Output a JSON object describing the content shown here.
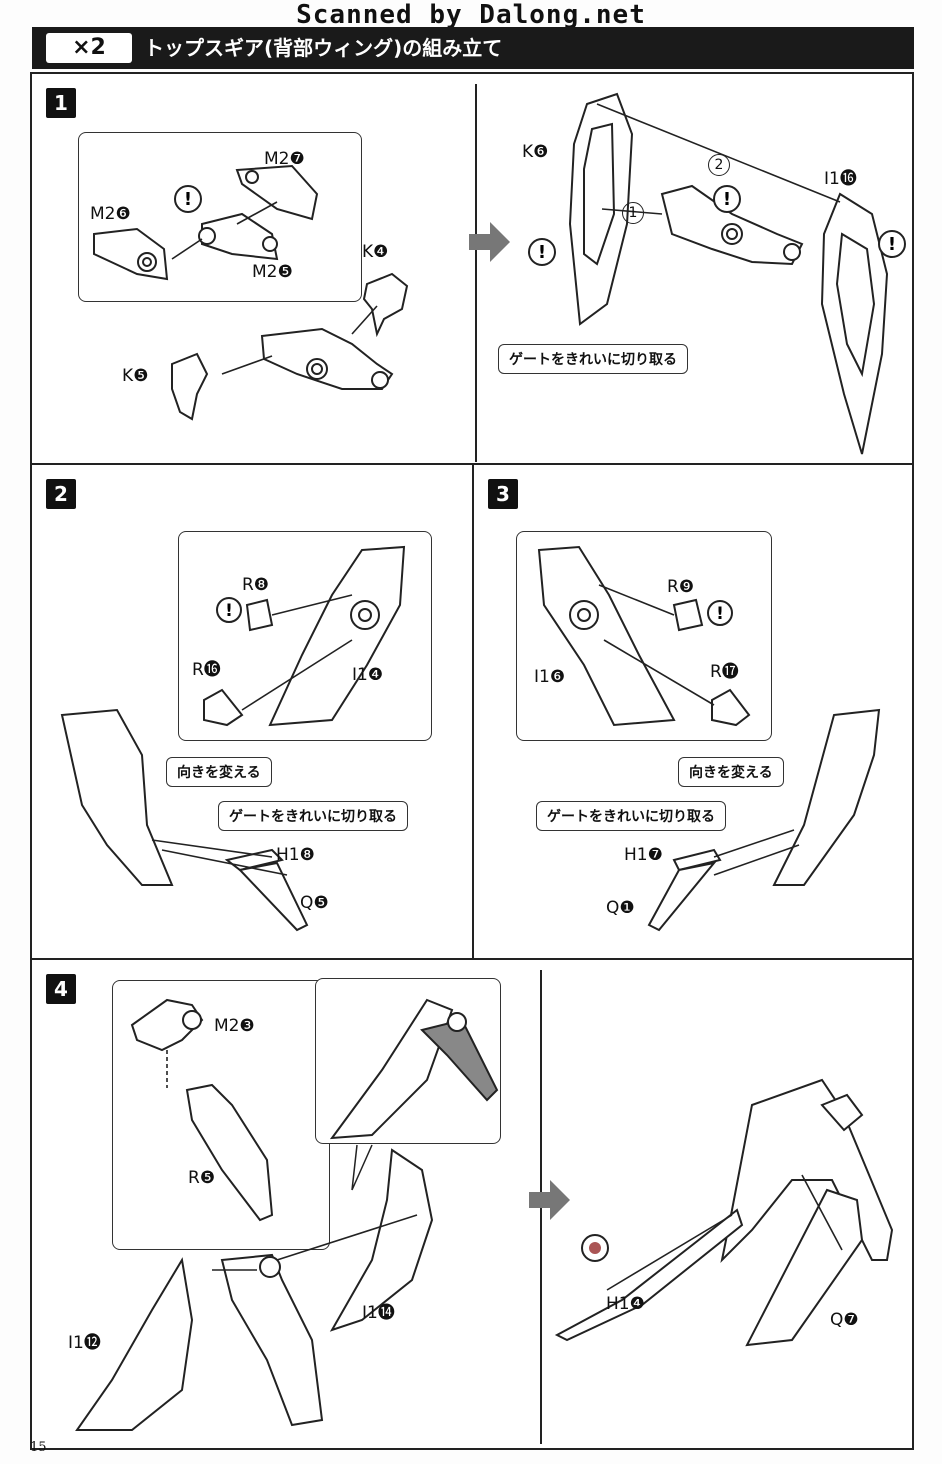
{
  "watermark": "Scanned by Dalong.net",
  "header": {
    "multiplier": "×2",
    "title": "トップスギア(背部ウィング)の組み立て"
  },
  "page_number": "15",
  "steps": [
    {
      "number": "1",
      "labels": {
        "m2_7": "M2❼",
        "m2_6": "M2❻",
        "m2_5": "M2❺",
        "k_4": "K❹",
        "k_5": "K❺",
        "k_6": "K❻",
        "i1_16": "I1⓰",
        "order_1": "1",
        "order_2": "2"
      },
      "callouts": {
        "gate": "ゲートをきれいに切り取る"
      }
    },
    {
      "number": "2",
      "labels": {
        "r_8": "R❽",
        "r_16": "R⓰",
        "i1_4": "I1❹",
        "h1_8": "H1❽",
        "q_5": "Q❺"
      },
      "callouts": {
        "rotate": "向きを変える",
        "gate": "ゲートをきれいに切り取る"
      }
    },
    {
      "number": "3",
      "labels": {
        "r_9": "R❾",
        "r_17": "R⓱",
        "i1_6": "I1❻",
        "h1_7": "H1❼",
        "q_1": "Q❶"
      },
      "callouts": {
        "rotate": "向きを変える",
        "gate": "ゲートをきれいに切り取る"
      }
    },
    {
      "number": "4",
      "labels": {
        "m2_3": "M2❸",
        "r_5": "R❺",
        "i1_12": "I1⓬",
        "i1_14": "I1⓮",
        "h1_4": "H1❹",
        "q_7": "Q❼"
      }
    }
  ]
}
